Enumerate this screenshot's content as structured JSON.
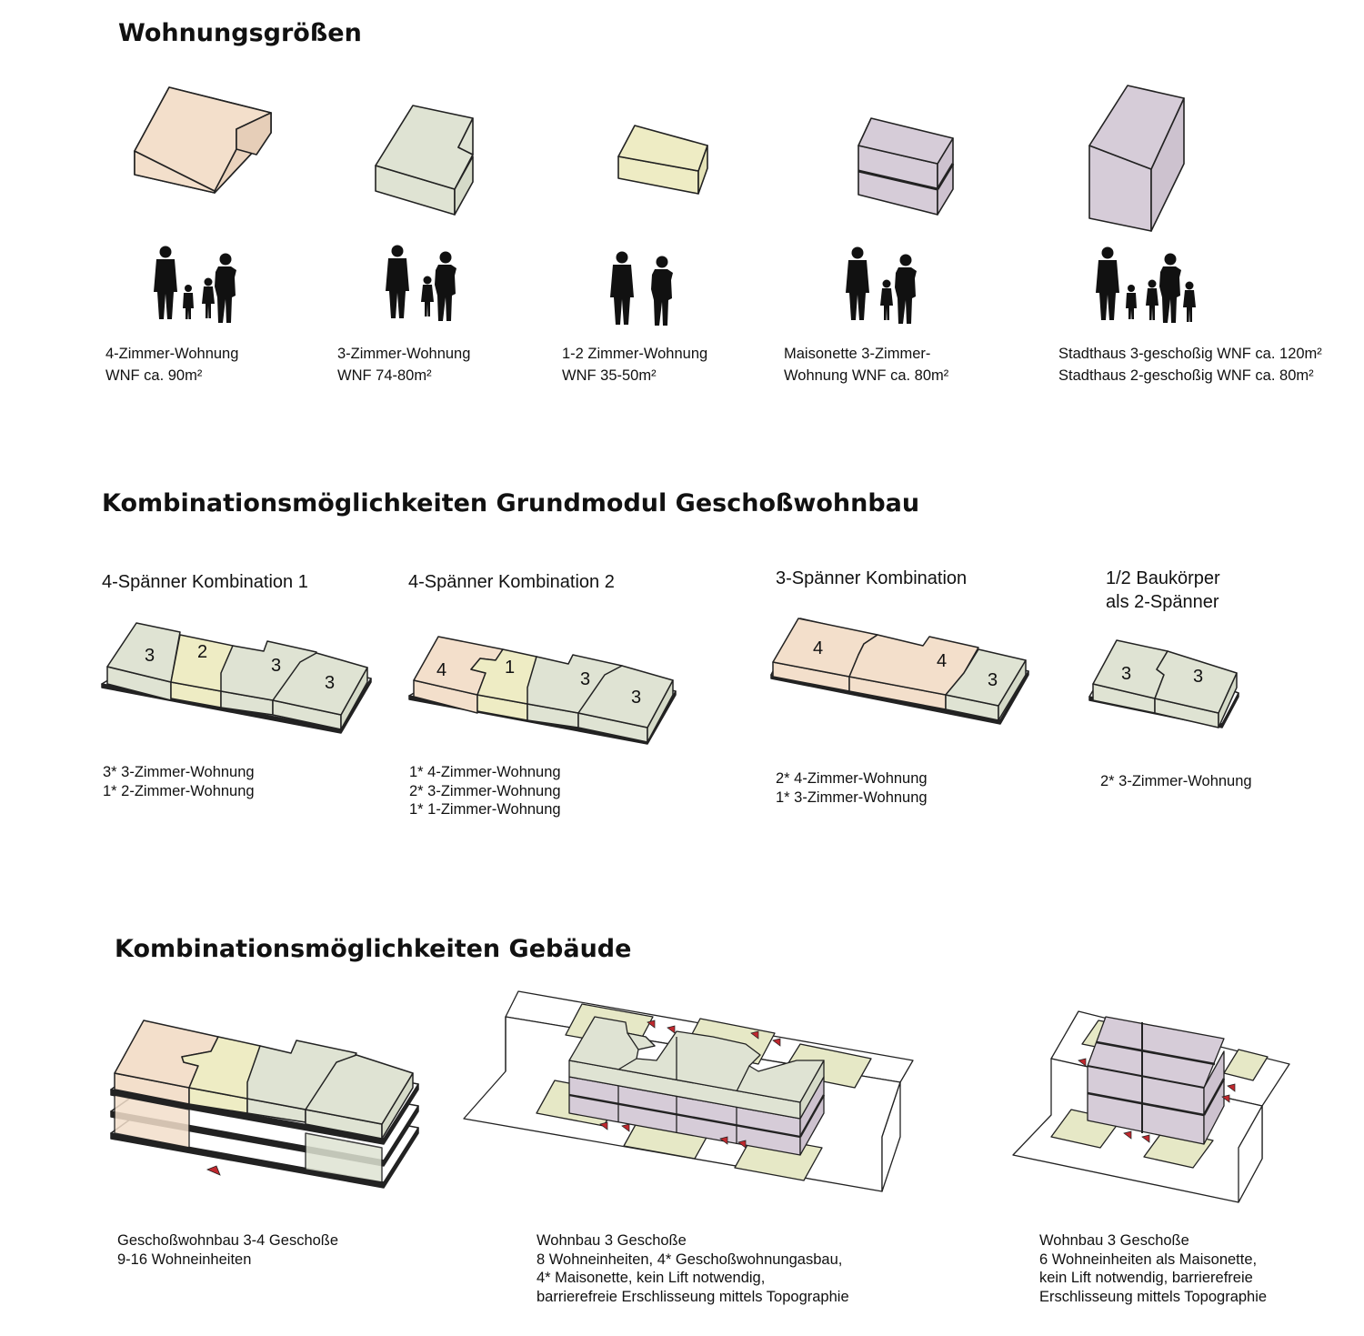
{
  "sections": [
    {
      "title": "Wohnungsgrößen"
    },
    {
      "title": "Kombinationsmöglichkeiten Grundmodul Geschoßwohnbau"
    },
    {
      "title": "Kombinationsmöglichkeiten Gebäude"
    }
  ],
  "units": [
    {
      "lines": [
        "4-Zimmer-Wohnung",
        "WNF ca. 90m²"
      ]
    },
    {
      "lines": [
        "3-Zimmer-Wohnung",
        "WNF 74-80m²"
      ]
    },
    {
      "lines": [
        "1-2 Zimmer-Wohnung",
        "WNF 35-50m²"
      ]
    },
    {
      "lines": [
        "Maisonette 3-Zimmer-",
        "Wohnung WNF ca. 80m²"
      ]
    },
    {
      "lines": [
        "Stadthaus 3-geschoßig WNF ca. 120m²",
        "Stadthaus 2-geschoßig WNF ca. 80m²"
      ]
    }
  ],
  "combinations": [
    {
      "title": [
        "4-Spänner Kombination 1"
      ],
      "blocks": [
        "3",
        "2",
        "3",
        "3"
      ],
      "lines": [
        "3* 3-Zimmer-Wohnung",
        "1* 2-Zimmer-Wohnung"
      ]
    },
    {
      "title": [
        "4-Spänner Kombination 2"
      ],
      "blocks": [
        "4",
        "1",
        "3",
        "3"
      ],
      "lines": [
        "1* 4-Zimmer-Wohnung",
        "2* 3-Zimmer-Wohnung",
        "1* 1-Zimmer-Wohnung"
      ]
    },
    {
      "title": [
        "3-Spänner Kombination"
      ],
      "blocks": [
        "4",
        "4",
        "3"
      ],
      "lines": [
        "2* 4-Zimmer-Wohnung",
        "1* 3-Zimmer-Wohnung"
      ]
    },
    {
      "title": [
        "1/2 Baukörper",
        "als 2-Spänner"
      ],
      "blocks": [
        "3",
        "3"
      ],
      "lines": [
        "2* 3-Zimmer-Wohnung"
      ]
    }
  ],
  "buildings": [
    {
      "lines": [
        "Geschoßwohnbau 3-4 Geschoße",
        "9-16 Wohneinheiten"
      ]
    },
    {
      "lines": [
        "Wohnbau 3 Geschoße",
        "8 Wohneinheiten, 4* Geschoßwohnungasbau,",
        "4* Maisonette, kein Lift notwendig,",
        "barrierefreie Erschlisseung mittels Topographie"
      ]
    },
    {
      "lines": [
        "Wohnbau 3 Geschoße",
        "6 Wohneinheiten als Maisonette,",
        "kein Lift notwendig, barrierefreie",
        "Erschlisseung mittels Topographie"
      ]
    }
  ],
  "colors": {
    "four_room": "#f3dfcb",
    "three_room": "#dfe3d3",
    "small_unit": "#eeecc4",
    "maisonette": "#d6ccd8",
    "courtyard": "#e6e8c6",
    "entrance_marker": "#c0282e",
    "outline": "#222222"
  }
}
